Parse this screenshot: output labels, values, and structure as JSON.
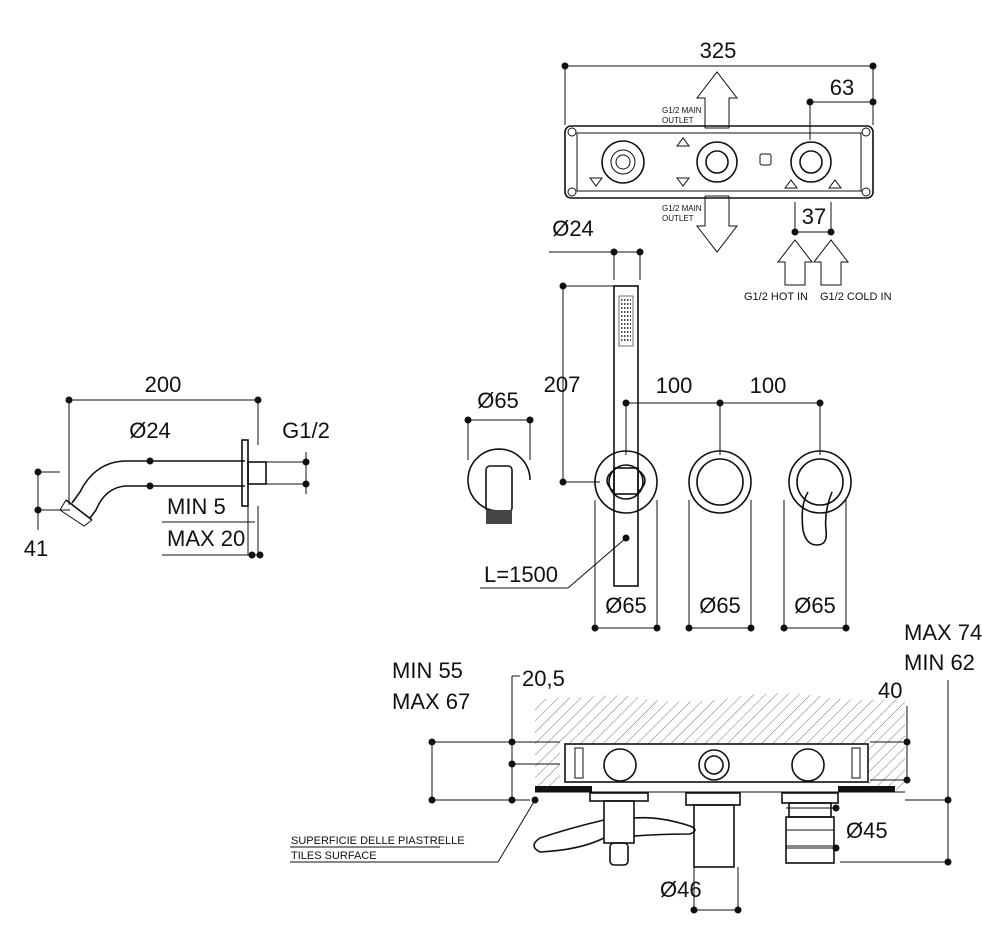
{
  "dimensions": {
    "total_width": "325",
    "right_offset": "63",
    "outlet_spacing": "37",
    "hand_shower_dia": "Ø24",
    "hand_shower_height": "207",
    "spout_length": "200",
    "spout_dia": "Ø24",
    "thread": "G1/2",
    "min_5": "MIN 5",
    "max_20": "MAX 20",
    "spout_height": "41",
    "holder_dia": "Ø65",
    "spacing_1": "100",
    "spacing_2": "100",
    "hose_length": "L=1500",
    "rosette_dia_1": "Ø65",
    "rosette_dia_2": "Ø65",
    "rosette_dia_3": "Ø65",
    "min_55": "MIN 55",
    "max_67": "MAX 67",
    "offset_20_5": "20,5",
    "max_74": "MAX 74",
    "min_62": "MIN 62",
    "depth_40": "40",
    "dia_45": "Ø45",
    "dia_46": "Ø46"
  },
  "labels": {
    "main_outlet_top_1": "G1/2 MAIN",
    "main_outlet_top_2": "OUTLET",
    "main_outlet_bottom_1": "G1/2 MAIN",
    "main_outlet_bottom_2": "OUTLET",
    "hot_in": "G1/2 HOT IN",
    "cold_in": "G1/2 COLD IN",
    "tiles_it": "SUPERFICIE DELLE PIASTRELLE",
    "tiles_en": "TILES SURFACE"
  }
}
